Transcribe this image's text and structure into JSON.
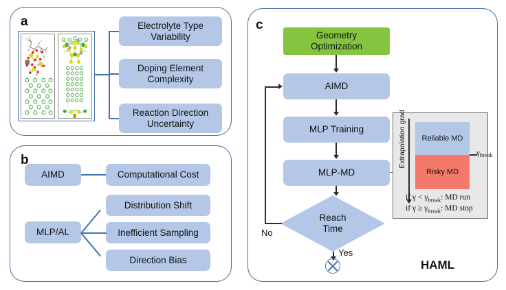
{
  "figure": {
    "panels": [
      {
        "id": "a",
        "label": "a",
        "structures": [
          {
            "name": "electrolyte-molecular-structure"
          },
          {
            "name": "doped-crystal-structure"
          }
        ],
        "challenges": [
          {
            "line1": "Electrolyte Type",
            "line2": "Variability"
          },
          {
            "line1": "Doping Element",
            "line2": "Complexity"
          },
          {
            "line1": "Reaction Direction",
            "line2": "Uncertainty"
          }
        ]
      },
      {
        "id": "b",
        "label": "b",
        "sources": [
          {
            "label": "AIMD"
          },
          {
            "label": "MLP/AL"
          }
        ],
        "issues": [
          {
            "label": "Computational Cost"
          },
          {
            "label": "Distribution Shift"
          },
          {
            "label": "Inefficient Sampling"
          },
          {
            "label": "Direction Bias"
          }
        ]
      },
      {
        "id": "c",
        "label": "c",
        "title": "HAML",
        "steps": [
          {
            "line1": "Geometry",
            "line2": "Optimization",
            "kind": "start"
          },
          {
            "line1": "AIMD",
            "line2": "",
            "kind": "process"
          },
          {
            "line1": "MLP Training",
            "line2": "",
            "kind": "process"
          },
          {
            "line1": "MLP-MD",
            "line2": "",
            "kind": "process"
          }
        ],
        "decision": {
          "line1": "Reach",
          "line2": "Time"
        },
        "edges": {
          "no": "No",
          "yes": "Yes"
        },
        "terminator": "circled-x",
        "inset": {
          "axis_label": "Extrapolation grad",
          "bands": [
            {
              "label": "Reliable MD",
              "color": "#b4c7e7"
            },
            {
              "label": "Risky MD",
              "color": "#f4796b"
            }
          ],
          "threshold_label": "γbreak",
          "threshold_symbol": "γ",
          "threshold_sub": "break",
          "conditions": [
            {
              "expr": "if γ < γ",
              "sub": "break",
              "colon": ":",
              "result": "MD run"
            },
            {
              "expr": "if γ ≥ γ",
              "sub": "break",
              "colon": ":",
              "result": "MD stop"
            }
          ]
        }
      }
    ]
  },
  "colors": {
    "node_blue": "#b4c7e7",
    "node_green": "#84c441",
    "risky_red": "#f4796b",
    "panel_border": "#3d6ba5",
    "connector_blue": "#4472a8",
    "inset_bg": "#e8e8e8"
  }
}
